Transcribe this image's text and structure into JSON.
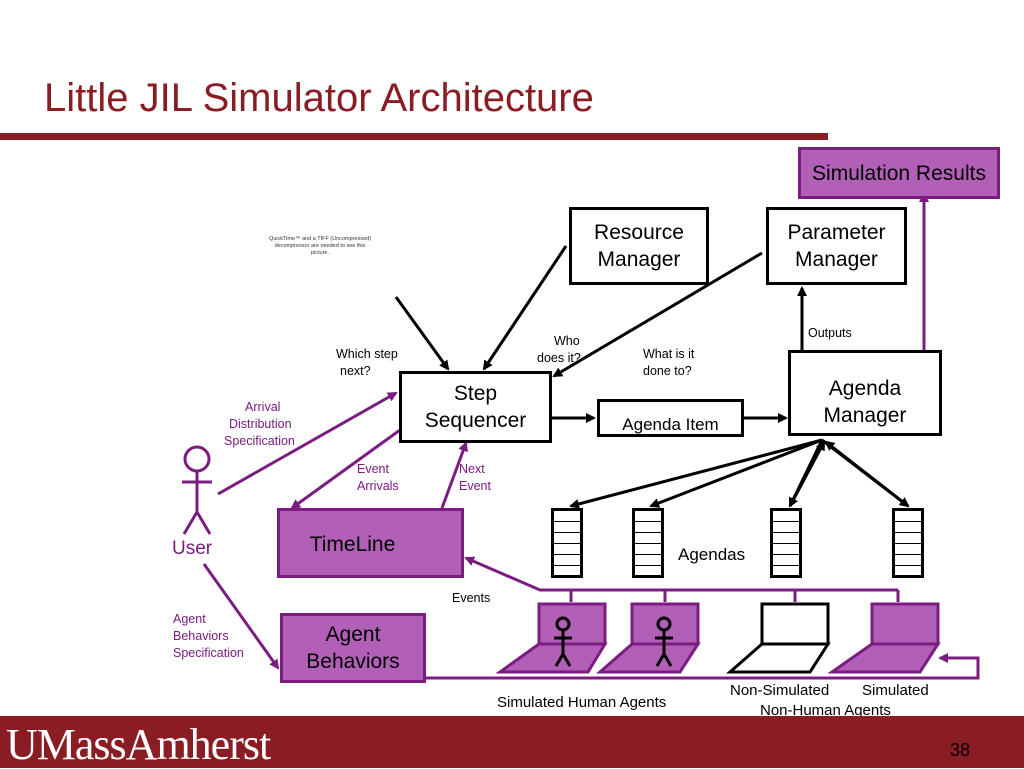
{
  "slide": {
    "title": "Little JIL Simulator Architecture",
    "page_number": "38",
    "logo_text": "UMassAmherst",
    "placeholder_text": "QuickTime™ and a TIFF (Uncompressed) decompressor are needed to see this picture."
  },
  "boxes": {
    "simulation_results": "Simulation Results",
    "resource_manager_1": "Resource",
    "resource_manager_2": "Manager",
    "parameter_manager_1": "Parameter",
    "parameter_manager_2": "Manager",
    "step_sequencer_1": "Step",
    "step_sequencer_2": "Sequencer",
    "agenda_item": "Agenda Item",
    "agenda_manager_1": "Agenda",
    "agenda_manager_2": "Manager",
    "timeline": "TimeLine",
    "agent_behaviors_1": "Agent",
    "agent_behaviors_2": "Behaviors"
  },
  "labels": {
    "outputs": "Outputs",
    "who_does_it_1": "Who",
    "who_does_it_2": "does it?",
    "what_is_it_1": "What is it",
    "what_is_it_2": "done to?",
    "which_step_1": "Which step",
    "which_step_2": "next?",
    "arrival_1": "Arrival",
    "arrival_2": "Distribution",
    "arrival_3": "Specification",
    "event_arrivals_1": "Event",
    "event_arrivals_2": "Arrivals",
    "next_event_1": "Next",
    "next_event_2": "Event",
    "user": "User",
    "agendas": "Agendas",
    "events": "Events",
    "agent_spec_1": "Agent",
    "agent_spec_2": "Behaviors",
    "agent_spec_3": "Specification",
    "simulated_human_agents": "Simulated Human Agents",
    "non_simulated": "Non-Simulated",
    "simulated": "Simulated",
    "non_human_agents": "Non-Human Agents"
  },
  "colors": {
    "accent": "#8a1c23",
    "purple_fill": "#b25fb8",
    "purple_line": "#7b1c80"
  }
}
